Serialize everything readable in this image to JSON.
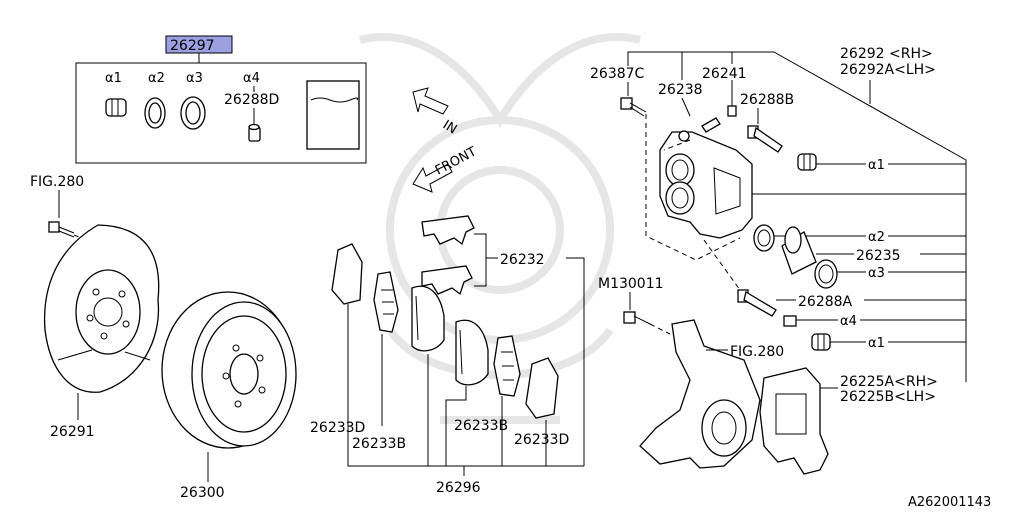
{
  "callouts": {
    "kit": "26297",
    "a1_top": "α1",
    "a2_top": "α2",
    "a3_top": "α3",
    "a4_top": "α4",
    "p26288D": "26288D",
    "fig280_top": "FIG.280",
    "p26291": "26291",
    "p26300": "26300",
    "p26232": "26232",
    "p26233D_left": "26233D",
    "p26233B_left": "26233B",
    "p26233B_right": "26233B",
    "p26233D_right": "26233D",
    "p26296": "26296",
    "p26387C": "26387C",
    "p26241": "26241",
    "p26238": "26238",
    "p26288B": "26288B",
    "p26292_rh": "26292 <RH>",
    "p26292A_lh": "26292A<LH>",
    "a1_r1": "α1",
    "a2_r": "α2",
    "p26235": "26235",
    "a3_r": "α3",
    "pM130011": "M130011",
    "p26288A": "26288A",
    "a4_r": "α4",
    "a1_r2": "α1",
    "fig280_mid": "FIG.280",
    "p26225A_rh": "26225A<RH>",
    "p26225B_lh": "26225B<LH>"
  },
  "direction": {
    "in": "IN",
    "front": "FRONT"
  },
  "footer": {
    "diagram_id": "A262001143"
  },
  "colors": {
    "kit_highlight": "#9aa0e0",
    "line": "#000000",
    "watermark": "#e6e6e6"
  }
}
